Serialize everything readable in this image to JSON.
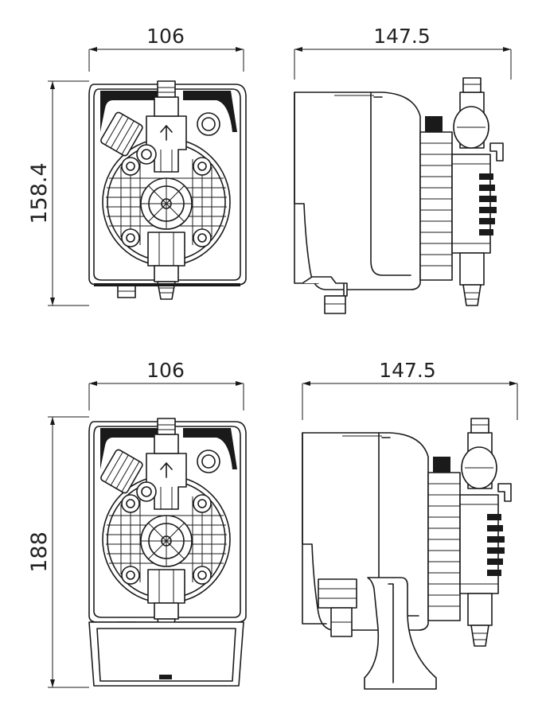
{
  "drawings": [
    {
      "name": "front-view-top",
      "width_label": "106",
      "height_label": "158.4"
    },
    {
      "name": "side-view-top",
      "width_label": "147.5"
    },
    {
      "name": "front-view-bottom",
      "width_label": "106",
      "height_label": "188"
    },
    {
      "name": "side-view-bottom",
      "width_label": "147.5"
    }
  ],
  "colors": {
    "line": "#1a1a1a",
    "background": "#ffffff"
  }
}
